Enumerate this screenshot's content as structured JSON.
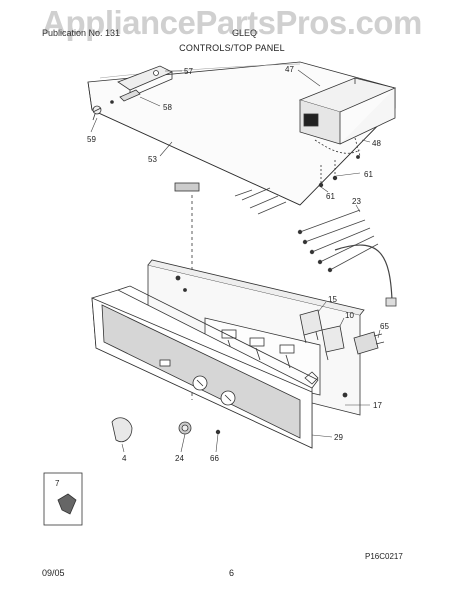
{
  "header": {
    "left_text": "Publication No. 131",
    "right_text": "GLEQ",
    "watermark": "AppliancePartsPros.com",
    "section_title": "CONTROLS/TOP PANEL"
  },
  "callouts": {
    "p57": "57",
    "p47": "47",
    "p58": "58",
    "p59": "59",
    "p53": "53",
    "p48": "48",
    "p61a": "61",
    "p61b": "61",
    "p23": "23",
    "p15": "15",
    "p10": "10",
    "p65": "65",
    "p17": "17",
    "p29": "29",
    "p4": "4",
    "p24": "24",
    "p66": "66",
    "p7": "7"
  },
  "footer": {
    "date": "09/05",
    "page_number": "6",
    "diagram_code": "P16C0217"
  }
}
